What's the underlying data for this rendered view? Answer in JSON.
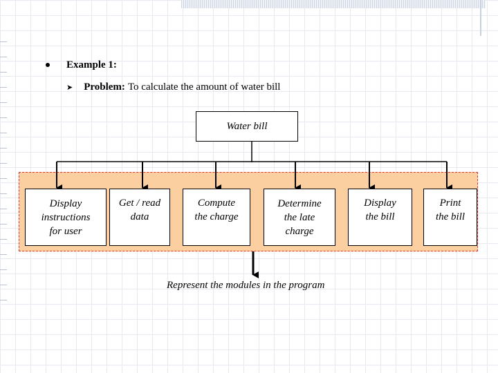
{
  "bullet": {
    "heading": "Example 1:",
    "problem_label": "Problem:",
    "problem_text": "To calculate the amount of water bill"
  },
  "diagram": {
    "root": "Water bill",
    "modules": [
      "Display\ninstructions\nfor user",
      "Get / read\ndata",
      "Compute\nthe charge",
      "Determine\nthe late\ncharge",
      "Display\nthe bill",
      "Print\nthe bill"
    ],
    "caption": "Represent the modules in the program"
  },
  "colors": {
    "band_fill": "#fbcf9f",
    "band_border": "#e0302a",
    "lines": "#000000"
  }
}
